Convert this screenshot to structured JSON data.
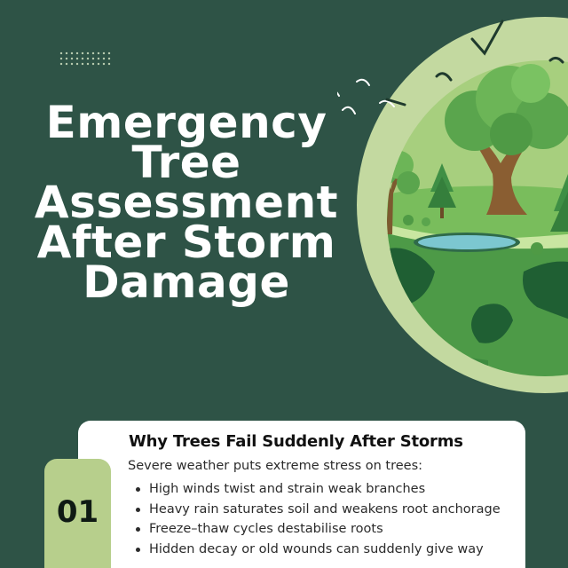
{
  "title_lines": [
    "Emergency",
    "Tree",
    "Assessment",
    "After Storm",
    "Damage"
  ],
  "section": {
    "number": "01",
    "heading": "Why Trees Fail Suddenly After Storms",
    "intro": "Severe weather puts extreme stress on trees:",
    "bullets": [
      "High winds twist and strain weak branches",
      "Heavy rain saturates soil and weakens root anchorage",
      "Freeze–thaw cycles destabilise roots",
      "Hidden decay or old wounds can suddenly give way"
    ]
  },
  "colors": {
    "background": "#2e5346",
    "accent": "#b7cf8c",
    "card": "#ffffff"
  },
  "illustration": {
    "icon": "planet-trees-illustration",
    "birds": 8
  }
}
